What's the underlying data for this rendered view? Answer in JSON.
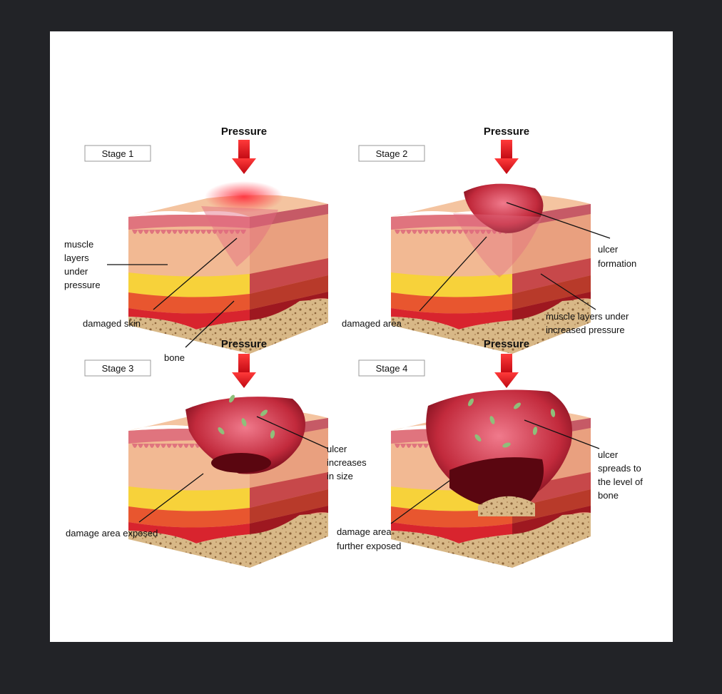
{
  "pressure_label": "Pressure",
  "stages": [
    {
      "title": "Stage 1"
    },
    {
      "title": "Stage 2"
    },
    {
      "title": "Stage 3"
    },
    {
      "title": "Stage 4"
    }
  ],
  "labels": {
    "muscle_layers": [
      "muscle",
      "layers",
      "under",
      "pressure"
    ],
    "damaged_skin": "damaged skin",
    "bone": "bone",
    "damaged_area": "damaged area",
    "ulcer_formation": [
      "ulcer",
      "formation"
    ],
    "muscle_increased": [
      "muscle layers under",
      "increased pressure"
    ],
    "ulcer_increases": [
      "ulcer",
      "increases",
      "in size"
    ],
    "damage_exposed": "damage area exposed",
    "damage_further": [
      "damage area",
      "further exposed"
    ],
    "ulcer_spreads": [
      "ulcer",
      "spreads to",
      "the level of",
      "bone"
    ]
  },
  "colors": {
    "skin": "#f2b993",
    "epidermis": "#e0747e",
    "fat": "#f7d23a",
    "muscle": "#e8562f",
    "deep_red": "#d8242e",
    "bone": "#d9b98a",
    "arrow": "#e0141e"
  }
}
